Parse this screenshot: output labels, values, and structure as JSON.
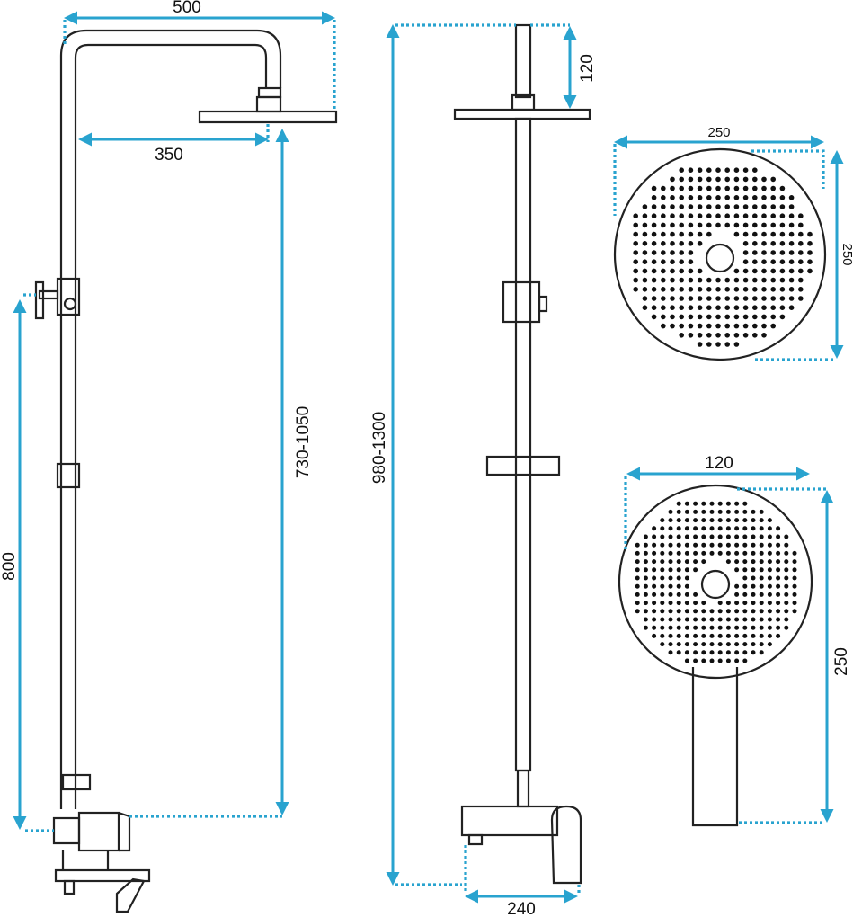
{
  "dimensions": {
    "side_width": "500",
    "side_arm": "350",
    "side_height": "730-1050",
    "side_bracket": "800",
    "front_total": "980-1300",
    "front_top": "120",
    "front_mixer": "240",
    "head_width": "250",
    "head_height": "250",
    "hand_width": "120",
    "hand_length": "250"
  },
  "colors": {
    "line": "#222222",
    "dimension": "#29a3cf"
  }
}
